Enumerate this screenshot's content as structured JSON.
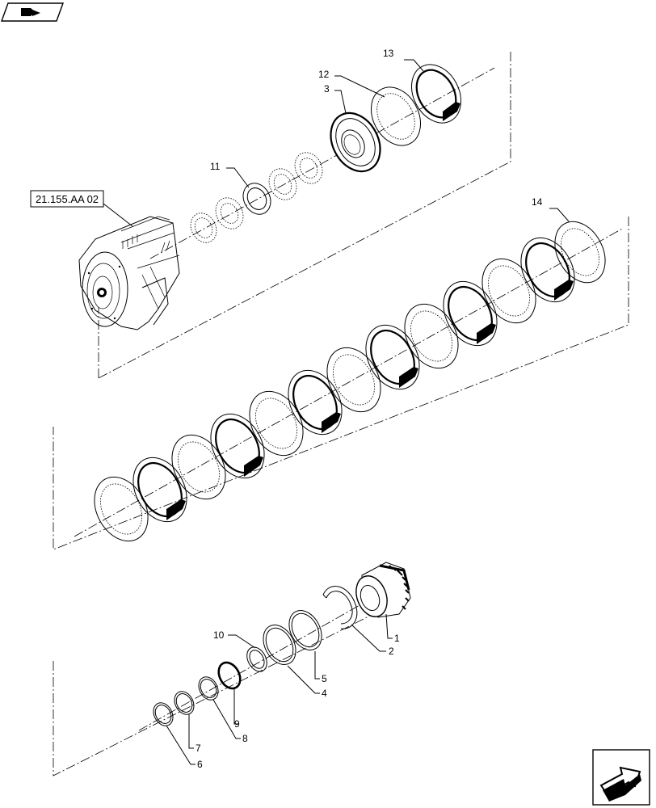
{
  "ref_box": {
    "label": "21.155.AA 02"
  },
  "callouts": {
    "c1": "1",
    "c2": "2",
    "c3": "3",
    "c4": "4",
    "c5": "5",
    "c6": "6",
    "c7": "7",
    "c8": "8",
    "c9": "9",
    "c10": "10",
    "c11": "11",
    "c12": "12",
    "c13": "13",
    "c14": "14"
  },
  "icons": {
    "top_left": "previous-page-icon",
    "bottom_right": "next-page-icon"
  }
}
